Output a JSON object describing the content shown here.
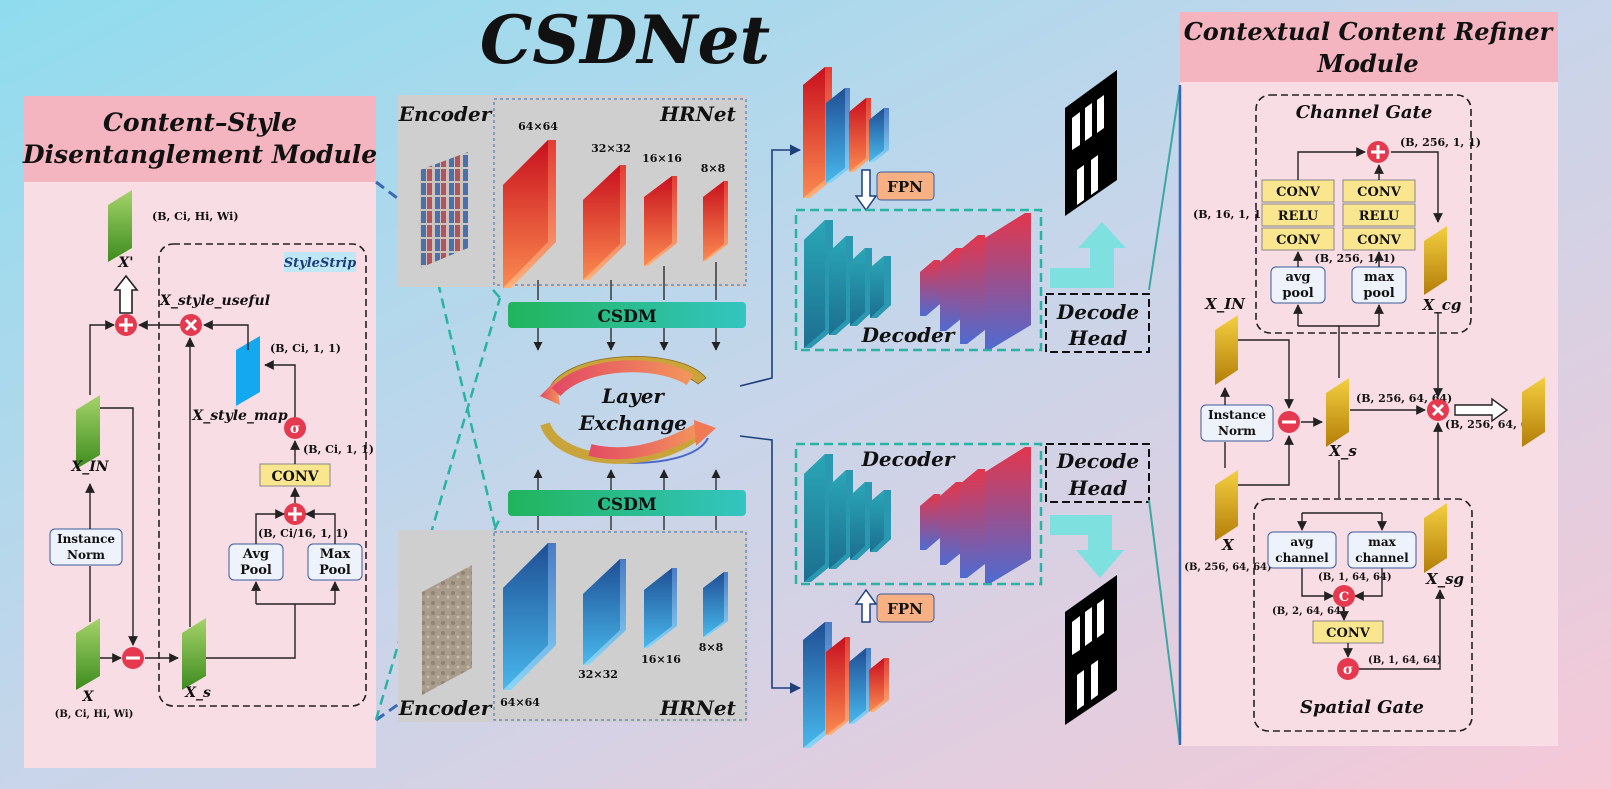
{
  "title": "CSDNet",
  "left_panel": {
    "title_line1": "Content–Style",
    "title_line2": "Disentanglement Module",
    "stylestrip": "StyleStrip",
    "x_prime": "X'",
    "x_prime_shape": "(B, Ci, Hi, Wi)",
    "x_style_useful": "X_style_useful",
    "x_style_map": "X_style_map",
    "style_map_shape": "(B, Ci, 1, 1)",
    "sigma_shape": "(B, Ci, 1, 1)",
    "conv": "CONV",
    "pool_shape": "(B, Ci/16, 1, 1)",
    "avg_pool_1": "Avg",
    "avg_pool_2": "Pool",
    "max_pool_1": "Max",
    "max_pool_2": "Pool",
    "instance_norm_1": "Instance",
    "instance_norm_2": "Norm",
    "x_in": "X_IN",
    "x": "X",
    "x_shape": "(B, Ci, Hi, Wi)",
    "x_s": "X_s"
  },
  "center": {
    "encoder_top": "Encoder",
    "hrnet_top": "HRNet",
    "sizes_top": [
      "64×64",
      "32×32",
      "16×16",
      "8×8"
    ],
    "csdm": "CSDM",
    "layer_exchange_1": "Layer",
    "layer_exchange_2": "Exchange",
    "encoder_bottom": "Encoder",
    "hrnet_bottom": "HRNet",
    "sizes_bottom": [
      "64×64",
      "32×32",
      "16×16",
      "8×8"
    ],
    "fpn": "FPN",
    "decoder": "Decoder",
    "decode_head_1": "Decode",
    "decode_head_2": "Head"
  },
  "right_panel": {
    "title_line1": "Contextual Content Refiner",
    "title_line2": "Module",
    "channel_gate": "Channel Gate",
    "spatial_gate": "Spatial Gate",
    "conv": "CONV",
    "relu": "RELU",
    "shape_plus": "(B, 256, 1, 1)",
    "shape_left": "(B, 16, 1, 1)",
    "shape_mid": "(B, 256, 1, 1)",
    "avg_pool_1": "avg",
    "avg_pool_2": "pool",
    "max_pool_1": "max",
    "max_pool_2": "pool",
    "x_cg": "X_cg",
    "x_in": "X_IN",
    "instance_norm_1": "Instance",
    "instance_norm_2": "Norm",
    "x_s": "X_s",
    "shape_xs": "(B, 256, 64, 64)",
    "shape_out": "(B, 256, 64, 64)",
    "x": "X",
    "x_shape": "(B, 256, 64, 64)",
    "avg_channel_1": "avg",
    "avg_channel_2": "channel",
    "max_channel_1": "max",
    "max_channel_2": "channel",
    "shape_concat_in": "(B, 1, 64, 64)",
    "shape_concat_out": "(B, 2, 64, 64)",
    "shape_sigma": "(B, 1, 64, 64)",
    "x_sg": "X_sg"
  },
  "colors": {
    "panel_pink": "#f9dde4",
    "title_pink": "#f4b5c0",
    "op_red": "#e5394f",
    "conv_yellow": "#fbe690",
    "norm_box": "#eef2fa",
    "csdm_green": "#27b86a",
    "csdm_teal": "#2ec4b4",
    "fpn_orange": "#f6b084",
    "encoder_grey": "#cccccc"
  }
}
